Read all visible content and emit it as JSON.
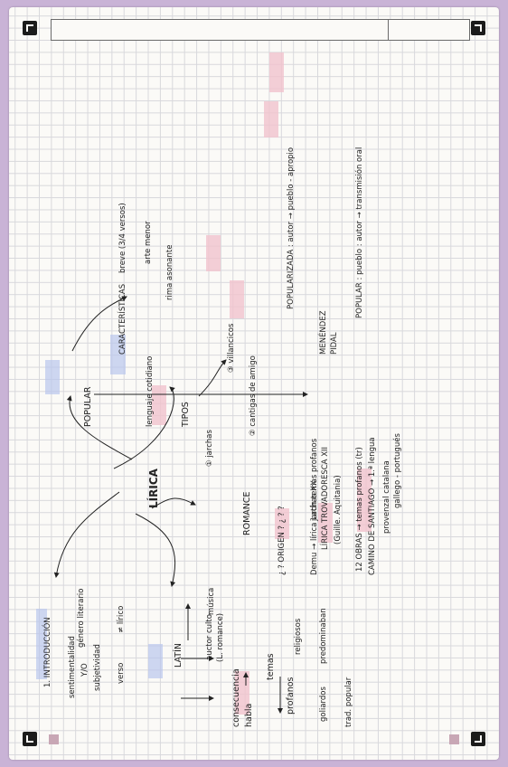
{
  "notes": {
    "introduccion": "1. INTRODUCCIÓN",
    "sentimentalidad": "sentimentalidad",
    "y_o": "Y/O",
    "subjetividad": "subjetividad",
    "genero_literario": "género literario",
    "verso": "verso",
    "no_lirico": "≠ lírico",
    "musica": "música",
    "lirica": "LÍRICA",
    "latin": "LATÍN",
    "auctor_culto": "auctor culto",
    "romance_paren": "(L. romance)",
    "consecuencia": "consecuencia",
    "habla": "habla",
    "temas": "temas",
    "profanos": "profanos",
    "religiosos": "religiosos",
    "goliardos": "goliardos",
    "predominaban": "predominaban",
    "trad_popular": "trad. popular",
    "popular": "POPULAR",
    "menendez": "MENÉNDEZ",
    "pidal": "PIDAL",
    "popular_def": "POPULAR : pueblo : autor → transmisión oral",
    "popularizada_def": "POPULARIZADA : autor → pueblo - apropio",
    "caracteristicas": "CARACTERÍSTICAS",
    "breve": "breve (3/4 versos)",
    "arte_menor": "arte menor",
    "rima_asonante": "rima asonante",
    "lenguaje_cotidiano": "lenguaje cotidiano",
    "tipos": "TIPOS",
    "villancicos": "③ villancicos",
    "cantigas": "② cantigas de amigo",
    "jarchas": "① jarchas",
    "romance": "ROMANCE",
    "origen": "¿ ? ORIGEN ? ¿ ? ?",
    "jarchas_xx": "jarchas XX",
    "demuestra_line": "Demu → lírica Latín temas profanos",
    "lirica_trov": "LÍRICA TROVADORESCA XII",
    "guille": "(Guille. Aquitania)",
    "obras_line": "12 OBRAS → temas profanos (tr)",
    "camino": "CAMINO DE SANTIAGO → 1.ª lengua",
    "provenzal": "provenzal catalana",
    "gallego": "gallego - portugués"
  }
}
